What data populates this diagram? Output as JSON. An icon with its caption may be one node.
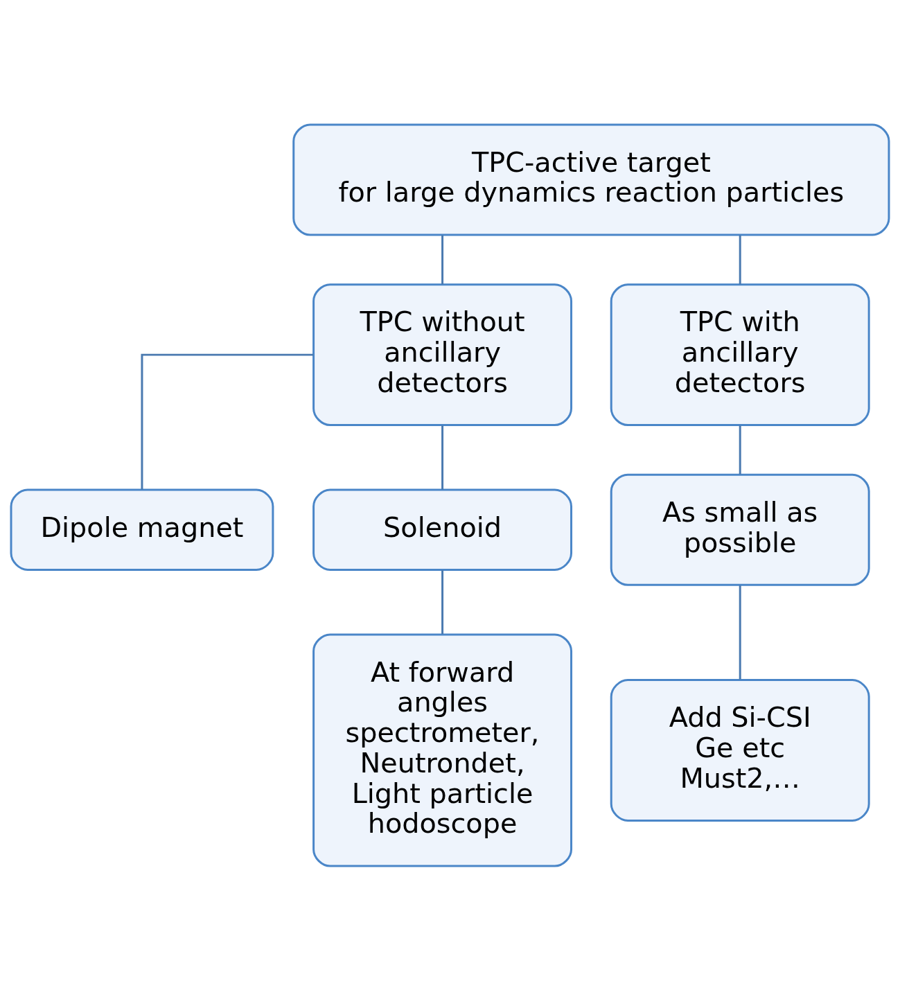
{
  "diagram": {
    "nodes": [
      {
        "text": [
          "TPC-active target",
          "for large dynamics reaction particles"
        ]
      },
      {
        "text": [
          "TPC without ancillary detectors"
        ]
      },
      {
        "text": [
          "TPC with ancillary detectors"
        ]
      },
      {
        "text": [
          "Dipole magnet"
        ]
      },
      {
        "text": [
          "Solenoid"
        ]
      },
      {
        "text": [
          "As small as possible"
        ]
      },
      {
        "text": [
          "At forward angles spectrometer,",
          "Neutrondet,",
          "Light particle hodoscope"
        ]
      },
      {
        "text": [
          "Add Si-CSI",
          "Ge etc",
          "Must2,…"
        ]
      }
    ],
    "edges": [
      {
        "from": 0,
        "to": 1,
        "arrow": "none"
      },
      {
        "from": 0,
        "to": 2,
        "arrow": "none"
      },
      {
        "from": 1,
        "to": 3,
        "arrow": "none"
      },
      {
        "from": 1,
        "to": 4,
        "arrow": "none"
      },
      {
        "from": 2,
        "to": 5,
        "arrow": "none"
      },
      {
        "from": 4,
        "to": 6,
        "arrow": "none"
      },
      {
        "from": 5,
        "to": 7,
        "arrow": "none"
      }
    ]
  }
}
